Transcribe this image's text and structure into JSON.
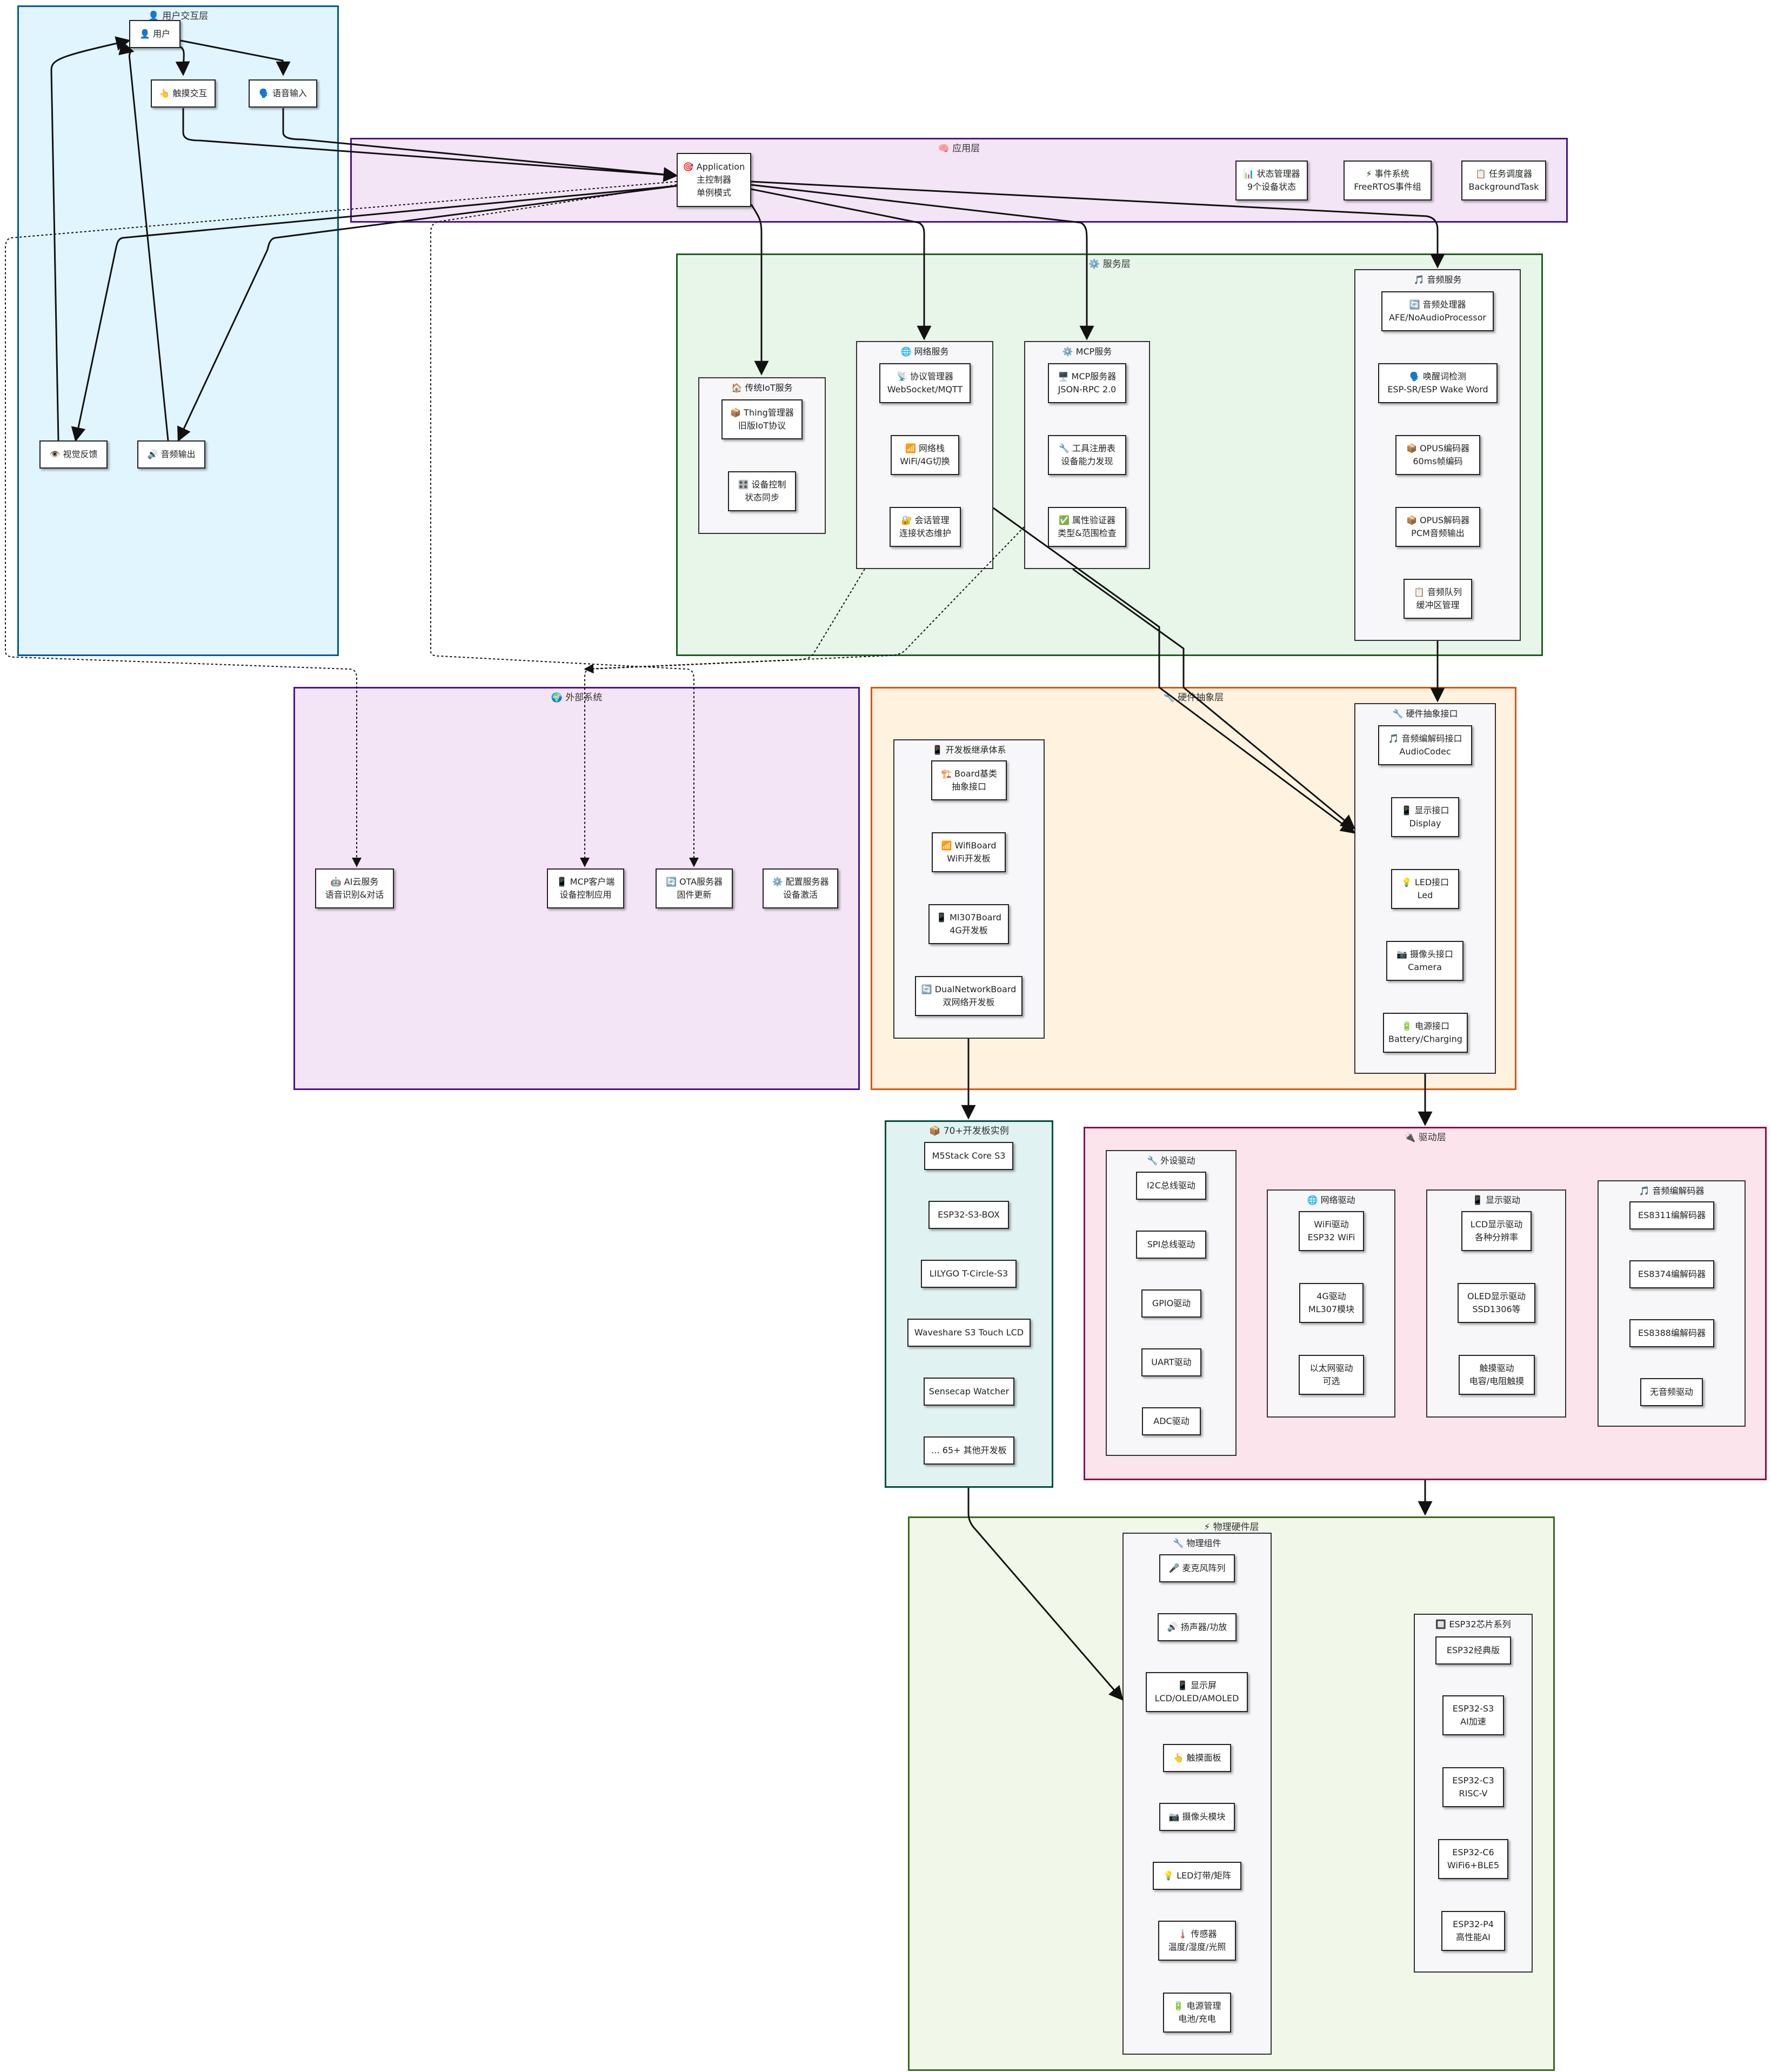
{
  "colors": {
    "user_layer_fill": "#e1f5fe",
    "user_layer_border": "#01579b",
    "app_layer_fill": "#f3e5f5",
    "app_layer_border": "#4a148c",
    "service_layer_fill": "#e8f5e9",
    "service_layer_border": "#1b5e20",
    "external_layer_fill": "#f3e5f5",
    "external_layer_border": "#4a148c",
    "hal_layer_fill": "#fff3e0",
    "hal_layer_border": "#e65100",
    "boards_layer_fill": "#e0f2f1",
    "boards_layer_border": "#004d40",
    "driver_layer_fill": "#fce4ec",
    "driver_layer_border": "#880e4f",
    "physical_layer_fill": "#f1f8e9",
    "physical_layer_border": "#33691e",
    "edge_color": "#111111"
  },
  "layers": {
    "user": "👤 用户交互层",
    "app": "🧠 应用层",
    "service": "⚙️ 服务层",
    "external": "🌍 外部系统",
    "hal": "🔧 硬件抽象层",
    "boards": "📦 70+开发板实例",
    "driver": "🔌 驱动层",
    "physical": "⚡ 物理硬件层"
  },
  "subgroups": {
    "iot": "🏠 传统IoT服务",
    "network": "🌐 网络服务",
    "mcp": "⚙️ MCP服务",
    "audio": "🎵 音频服务",
    "hal_interface": "🔧 硬件抽象接口",
    "board_tree": "📱 开发板继承体系",
    "periph_driver": "🔧 外设驱动",
    "net_driver": "🌐 网络驱动",
    "display_driver": "📱 显示驱动",
    "codec_driver": "🎵 音频编解码器",
    "phys_components": "🔧 物理组件",
    "esp32_series": "🔲 ESP32芯片系列"
  },
  "nodes": {
    "user": [
      "👤 用户"
    ],
    "touch": [
      "👆 触摸交互"
    ],
    "voice": [
      "🗣️ 语音输入"
    ],
    "visual": [
      "👁️ 视觉反馈"
    ],
    "audio_out": [
      "🔊 音频输出"
    ],
    "application": [
      "🎯 Application",
      "主控制器",
      "单例模式"
    ],
    "state_mgr": [
      "📊 状态管理器",
      "9个设备状态"
    ],
    "event_sys": [
      "⚡ 事件系统",
      "FreeRTOS事件组"
    ],
    "task_sched": [
      "📋 任务调度器",
      "BackgroundTask"
    ],
    "thing_mgr": [
      "📦 Thing管理器",
      "旧版IoT协议"
    ],
    "dev_ctrl": [
      "🎛️ 设备控制",
      "状态同步"
    ],
    "proto_mgr": [
      "📡 协议管理器",
      "WebSocket/MQTT"
    ],
    "net_stack": [
      "📶 网络栈",
      "WiFi/4G切换"
    ],
    "session_mgr": [
      "🔐 会话管理",
      "连接状态维护"
    ],
    "mcp_server": [
      "🖥️ MCP服务器",
      "JSON-RPC 2.0"
    ],
    "tool_reg": [
      "🔧 工具注册表",
      "设备能力发现"
    ],
    "prop_valid": [
      "✅ 属性验证器",
      "类型&范围检查"
    ],
    "audio_proc": [
      "🔄 音频处理器",
      "AFE/NoAudioProcessor"
    ],
    "wake_word": [
      "🗣️ 唤醒词检测",
      "ESP-SR/ESP Wake Word"
    ],
    "opus_enc": [
      "📦 OPUS编码器",
      "60ms帧编码"
    ],
    "opus_dec": [
      "📦 OPUS解码器",
      "PCM音频输出"
    ],
    "audio_queue": [
      "📋 音频队列",
      "缓冲区管理"
    ],
    "ai_cloud": [
      "🤖 AI云服务",
      "语音识别&对话"
    ],
    "mcp_client": [
      "📱 MCP客户端",
      "设备控制应用"
    ],
    "ota_server": [
      "🔄 OTA服务器",
      "固件更新"
    ],
    "cfg_server": [
      "⚙️ 配置服务器",
      "设备激活"
    ],
    "board_base": [
      "🏗️ Board基类",
      "抽象接口"
    ],
    "wifi_board": [
      "📶 WifiBoard",
      "WiFi开发板"
    ],
    "ml307_board": [
      "📱 Ml307Board",
      "4G开发板"
    ],
    "dual_board": [
      "🔄 DualNetworkBoard",
      "双网络开发板"
    ],
    "codec_if": [
      "🎵 音频编解码接口",
      "AudioCodec"
    ],
    "display_if": [
      "📱 显示接口",
      "Display"
    ],
    "led_if": [
      "💡 LED接口",
      "Led"
    ],
    "camera_if": [
      "📷 摄像头接口",
      "Camera"
    ],
    "power_if": [
      "🔋 电源接口",
      "Battery/Charging"
    ],
    "b_m5": [
      "M5Stack Core S3"
    ],
    "b_box": [
      "ESP32-S3-BOX"
    ],
    "b_lily": [
      "LILYGO T-Circle-S3"
    ],
    "b_wave": [
      "Waveshare S3 Touch LCD"
    ],
    "b_sense": [
      "Sensecap Watcher"
    ],
    "b_more": [
      "... 65+ 其他开发板"
    ],
    "i2c": [
      "I2C总线驱动"
    ],
    "spi": [
      "SPI总线驱动"
    ],
    "gpio": [
      "GPIO驱动"
    ],
    "uart": [
      "UART驱动"
    ],
    "adc": [
      "ADC驱动"
    ],
    "wifi_drv": [
      "WiFi驱动",
      "ESP32 WiFi"
    ],
    "g4_drv": [
      "4G驱动",
      "ML307模块"
    ],
    "eth_drv": [
      "以太网驱动",
      "可选"
    ],
    "lcd_drv": [
      "LCD显示驱动",
      "各种分辨率"
    ],
    "oled_drv": [
      "OLED显示驱动",
      "SSD1306等"
    ],
    "touch_drv": [
      "触摸驱动",
      "电容/电阻触摸"
    ],
    "es8311": [
      "ES8311编解码器"
    ],
    "es8374": [
      "ES8374编解码器"
    ],
    "es8388": [
      "ES8388编解码器"
    ],
    "no_codec": [
      "无音频驱动"
    ],
    "mic": [
      "🎤 麦克风阵列"
    ],
    "speaker": [
      "🔊 扬声器/功放"
    ],
    "screen": [
      "📱 显示屏",
      "LCD/OLED/AMOLED"
    ],
    "touch_panel": [
      "👆 触摸面板"
    ],
    "camera_mod": [
      "📷 摄像头模块"
    ],
    "led_strip": [
      "💡 LED灯带/矩阵"
    ],
    "sensors": [
      "🌡️ 传感器",
      "温度/湿度/光照"
    ],
    "power_mgmt": [
      "🔋 电源管理",
      "电池/充电"
    ],
    "esp32": [
      "ESP32经典版"
    ],
    "esp32s3": [
      "ESP32-S3",
      "AI加速"
    ],
    "esp32c3": [
      "ESP32-C3",
      "RISC-V"
    ],
    "esp32c6": [
      "ESP32-C6",
      "WiFi6+BLE5"
    ],
    "esp32p4": [
      "ESP32-P4",
      "高性能AI"
    ]
  }
}
